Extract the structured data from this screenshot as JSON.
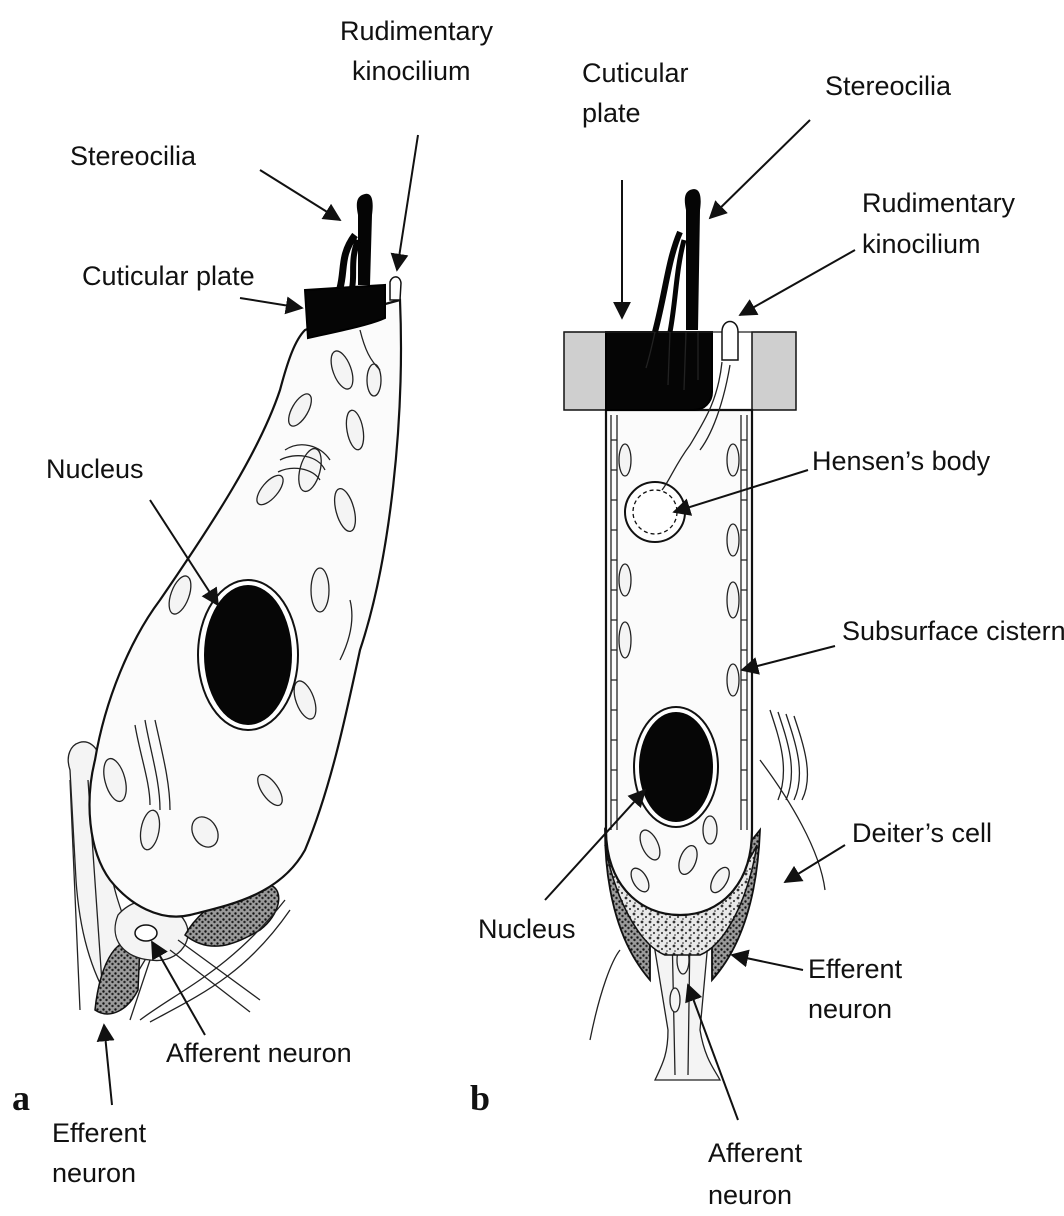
{
  "panel_a": {
    "letter": "a",
    "labels": {
      "rudimentary_kinocilium_1": "Rudimentary",
      "rudimentary_kinocilium_2": "kinocilium",
      "stereocilia": "Stereocilia",
      "cuticular_plate": "Cuticular plate",
      "nucleus": "Nucleus",
      "afferent_neuron": "Afferent neuron",
      "efferent_neuron_1": "Efferent",
      "efferent_neuron_2": "neuron"
    }
  },
  "panel_b": {
    "letter": "b",
    "labels": {
      "cuticular_plate_1": "Cuticular",
      "cuticular_plate_2": "plate",
      "stereocilia": "Stereocilia",
      "rudimentary_kinocilium_1": "Rudimentary",
      "rudimentary_kinocilium_2": "kinocilium",
      "hensens_body": "Hensen’s body",
      "subsurface_cistern": "Subsurface cistern",
      "deiters_cell": "Deiter’s cell",
      "nucleus": "Nucleus",
      "efferent_neuron_1": "Efferent",
      "efferent_neuron_2": "neuron",
      "afferent_neuron_1": "Afferent",
      "afferent_neuron_2": "neuron"
    }
  }
}
